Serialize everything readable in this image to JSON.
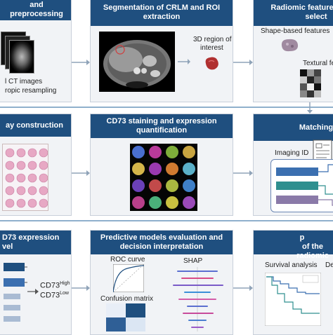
{
  "row1": {
    "panel1": {
      "title": "and preprocessing",
      "line1": "l CT images",
      "line2": "ropic resampling"
    },
    "panel2": {
      "title_l1": "Segmentation of CRLM and ROI",
      "title_l2": "extraction",
      "roi_label_l1": "3D region of",
      "roi_label_l2": "interest"
    },
    "panel3": {
      "title_l1": "Radiomic feature",
      "title_l2": "select",
      "shape_label": "Shape-based features",
      "textural_label": "Textural fe"
    }
  },
  "row2": {
    "panel1": {
      "title": "ay construction"
    },
    "panel2": {
      "title_l1": "CD73 staining and expression",
      "title_l2": "quantification"
    },
    "panel3": {
      "title": "Matching",
      "imaging_id": "Imaging ID"
    }
  },
  "row3": {
    "panel1": {
      "title_l1": "D73 expression",
      "title_l2": "vel",
      "high": "CD73",
      "high_sup": "High",
      "low": "CD73",
      "low_sup": "Low"
    },
    "panel2": {
      "title_l1": "Predictive models evaluation and",
      "title_l2": "decision interpretation",
      "roc": "ROC curve",
      "shap": "SHAP",
      "confusion": "Confusion matrix"
    },
    "panel3": {
      "title_l1": "Assessment of the p",
      "title_l2": "of the radiomic",
      "survival": "Survival analysis",
      "de": "De"
    }
  },
  "colors": {
    "header": "#1f4f7f",
    "panel_bg": "#f1f3f6",
    "accent_blue": "#3b6fb0",
    "accent_teal": "#2f8f8f",
    "accent_purple": "#8a7aa8"
  }
}
